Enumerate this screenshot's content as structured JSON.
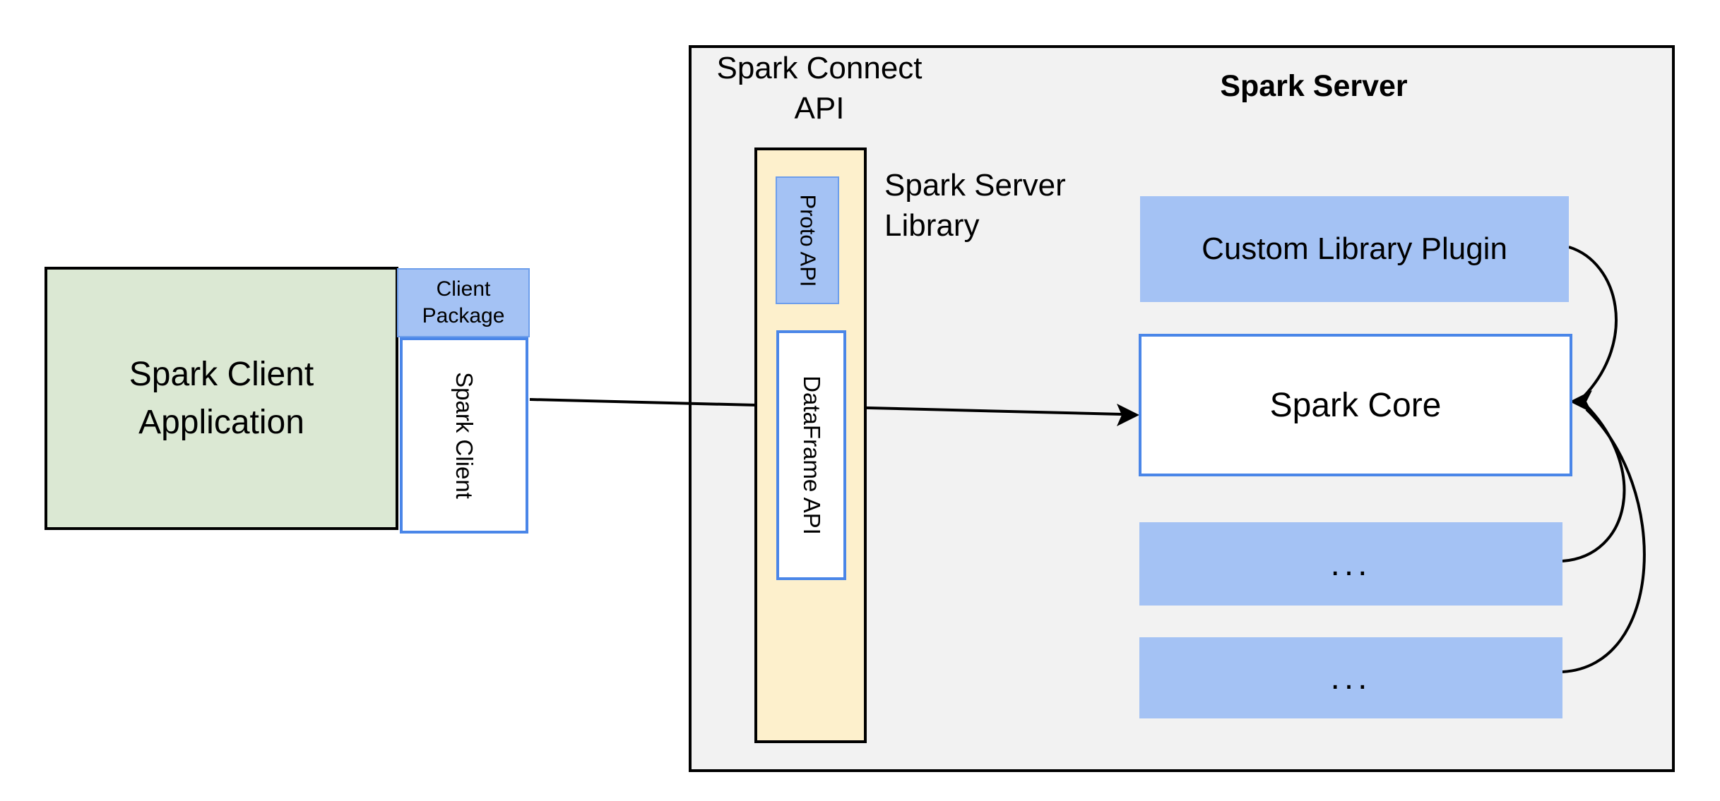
{
  "diagram": {
    "colors": {
      "canvas_bg": "#ffffff",
      "server_fill": "#f2f2f2",
      "green_fill": "#dbe8d3",
      "blue_fill": "#a4c2f4",
      "blue_border": "#4a86e8",
      "blue_border_light": "#6d9eeb",
      "cream_fill": "#fdf0cc",
      "line_black": "#000000"
    },
    "client_application": {
      "line1": "Spark Client",
      "line2": "Application"
    },
    "client_package": {
      "line1": "Client",
      "line2": "Package"
    },
    "spark_client": {
      "label": "Spark Client"
    },
    "spark_connect_api": {
      "line1": "Spark Connect",
      "line2": "API"
    },
    "proto_api": {
      "label": "Proto API"
    },
    "dataframe_api": {
      "label": "DataFrame API"
    },
    "spark_server_library": {
      "line1": "Spark Server",
      "line2": "Library"
    },
    "spark_server": {
      "title": "Spark Server"
    },
    "custom_library_plugin": {
      "label": "Custom Library Plugin"
    },
    "plugin_slot_1": {
      "label": "..."
    },
    "plugin_slot_2": {
      "label": "..."
    },
    "spark_core": {
      "label": "Spark Core"
    }
  }
}
